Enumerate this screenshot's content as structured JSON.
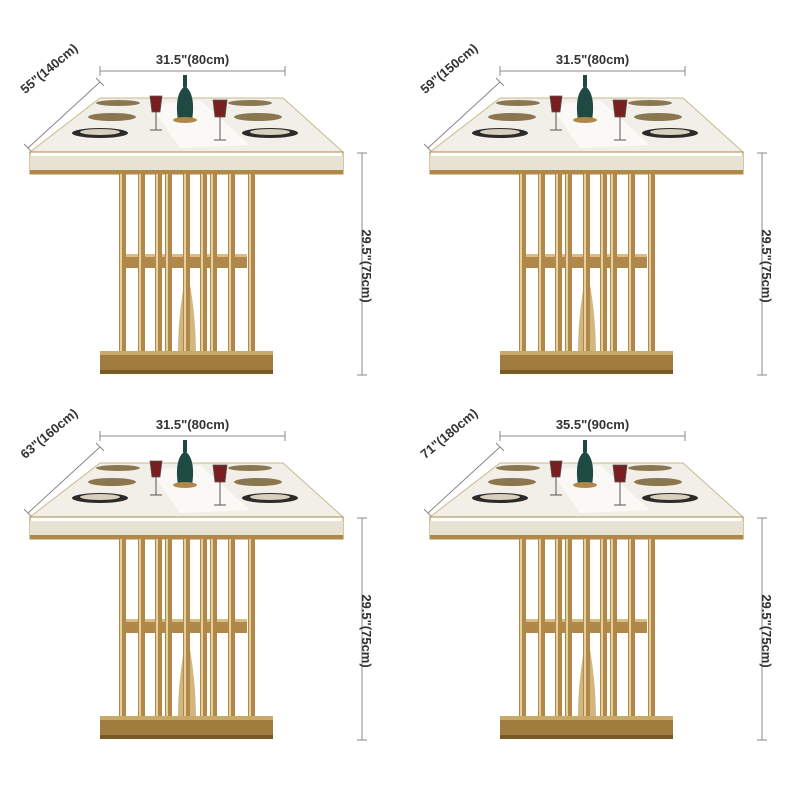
{
  "colors": {
    "gold": "#b0894a",
    "gold_dark": "#7a5a24",
    "marble": "#f2efe8",
    "dim_line": "#888888",
    "text": "#333333",
    "bottle": "#1f4a44"
  },
  "tables": [
    {
      "width_label": "31.5\"(80cm)",
      "depth_label": "55\"(140cm)",
      "height_label": "29.5\"(75cm)"
    },
    {
      "width_label": "31.5\"(80cm)",
      "depth_label": "59\"(150cm)",
      "height_label": "29.5\"(75cm)"
    },
    {
      "width_label": "31.5\"(80cm)",
      "depth_label": "63\"(160cm)",
      "height_label": "29.5\"(75cm)"
    },
    {
      "width_label": "35.5\"(90cm)",
      "depth_label": "71\"(180cm)",
      "height_label": "29.5\"(75cm)"
    }
  ]
}
